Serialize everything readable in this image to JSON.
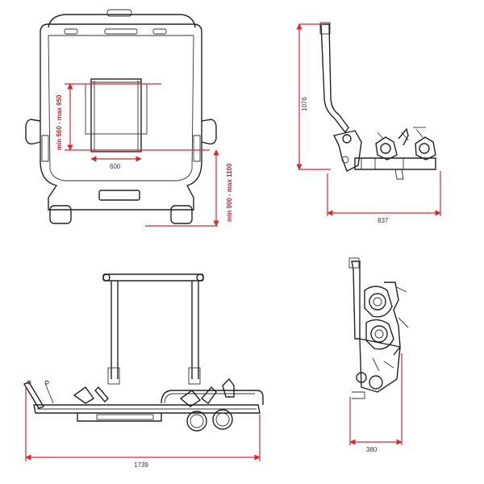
{
  "colors": {
    "dimension": "#d42a34",
    "line": "#222222"
  },
  "dimensions": {
    "rear_width": "600",
    "height_range": "min 560 - max 950",
    "ground_range": "min 900 - max 1100",
    "side_height": "1076",
    "side_depth": "837",
    "top_width": "1739",
    "folded_depth": "380"
  }
}
